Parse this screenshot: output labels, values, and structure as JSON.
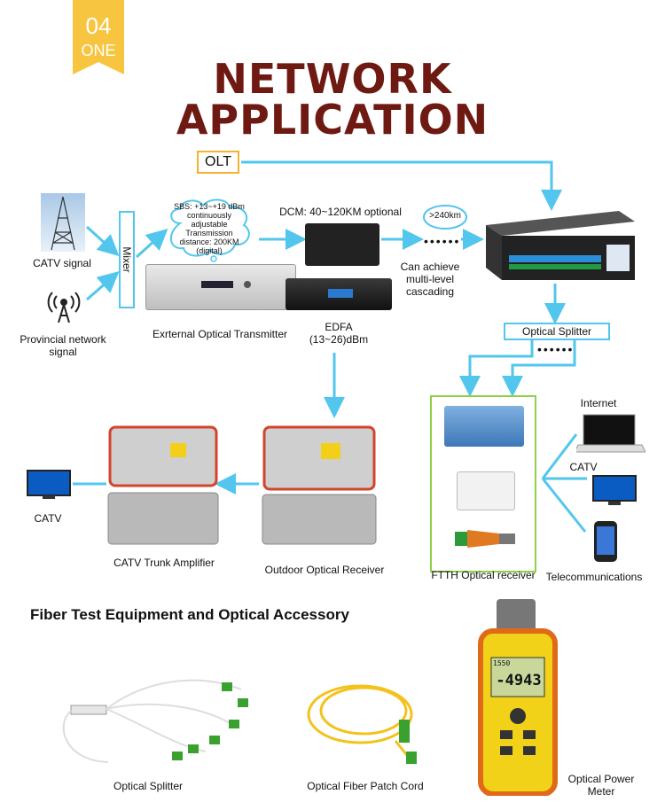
{
  "badge": {
    "number": "04",
    "word": "ONE"
  },
  "title": {
    "line1": "NETWORK",
    "line2": "APPLICATION"
  },
  "olt_label": "OLT",
  "mixer_label": "Mixer",
  "cloud_text": "SBS: +13~+19 dBm continuously adjustable Transmission distance: 200KM (digital)",
  "labels": {
    "catv_signal": "CATV signal",
    "provincial": "Provincial network signal",
    "transmitter": "Exrternal Optical Transmitter",
    "dcm": "DCM: 40~120KM optional",
    "edfa": "EDFA (13~26)dBm",
    "cascade_badge": ">240km",
    "cascade": "Can achieve multi-level cascading",
    "optical_splitter_box": "Optical Splitter",
    "internet": "Internet",
    "catv_right": "CATV",
    "telecom": "Telecommunications",
    "ftth": "FTTH Optical receiver",
    "outdoor": "Outdoor Optical Receiver",
    "trunk": "CATV Trunk Amplifier",
    "catv_left": "CATV",
    "dots": "••••••"
  },
  "accessory": {
    "section_title": "Fiber Test Equipment and Optical Accessory",
    "splitter": "Optical Splitter",
    "patch_cord": "Optical Fiber Patch Cord",
    "power_meter": "Optical Power Meter",
    "meter_reading": "-4943",
    "meter_small": "1550"
  },
  "colors": {
    "title": "#6e1a12",
    "arrow": "#52c6ec",
    "badge": "#f7c540",
    "ftth_frame": "#8ed048",
    "olt_border": "#f2b233"
  }
}
